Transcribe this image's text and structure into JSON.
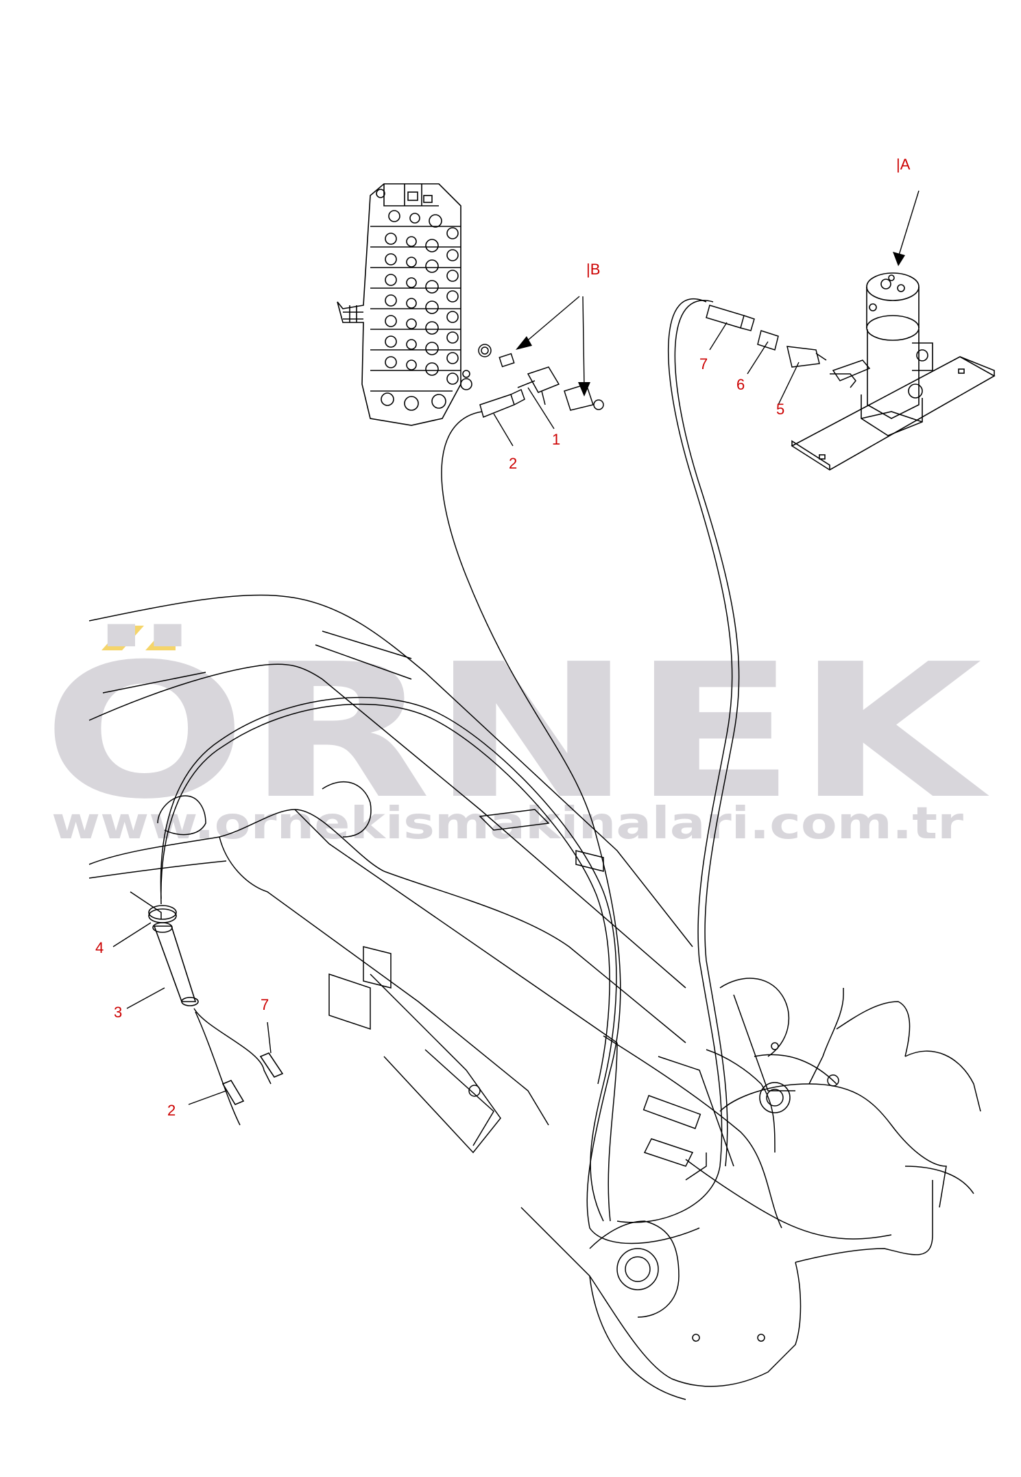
{
  "watermark": {
    "brand": "ÖRNEK",
    "website": "www.ornekismakinalari.com.tr",
    "brand_color": "#d8d6db",
    "accent_color": "#f5d56a"
  },
  "view_labels": {
    "a": "|A",
    "b": "|B"
  },
  "callouts": {
    "top_1": "1",
    "top_2": "2",
    "top_5": "5",
    "top_6": "6",
    "top_7": "7",
    "bottom_2": "2",
    "bottom_3": "3",
    "bottom_4": "4",
    "bottom_7": "7"
  },
  "colors": {
    "line": "#000000",
    "callout_text": "#cc0000",
    "label_text": "#cc0000"
  }
}
